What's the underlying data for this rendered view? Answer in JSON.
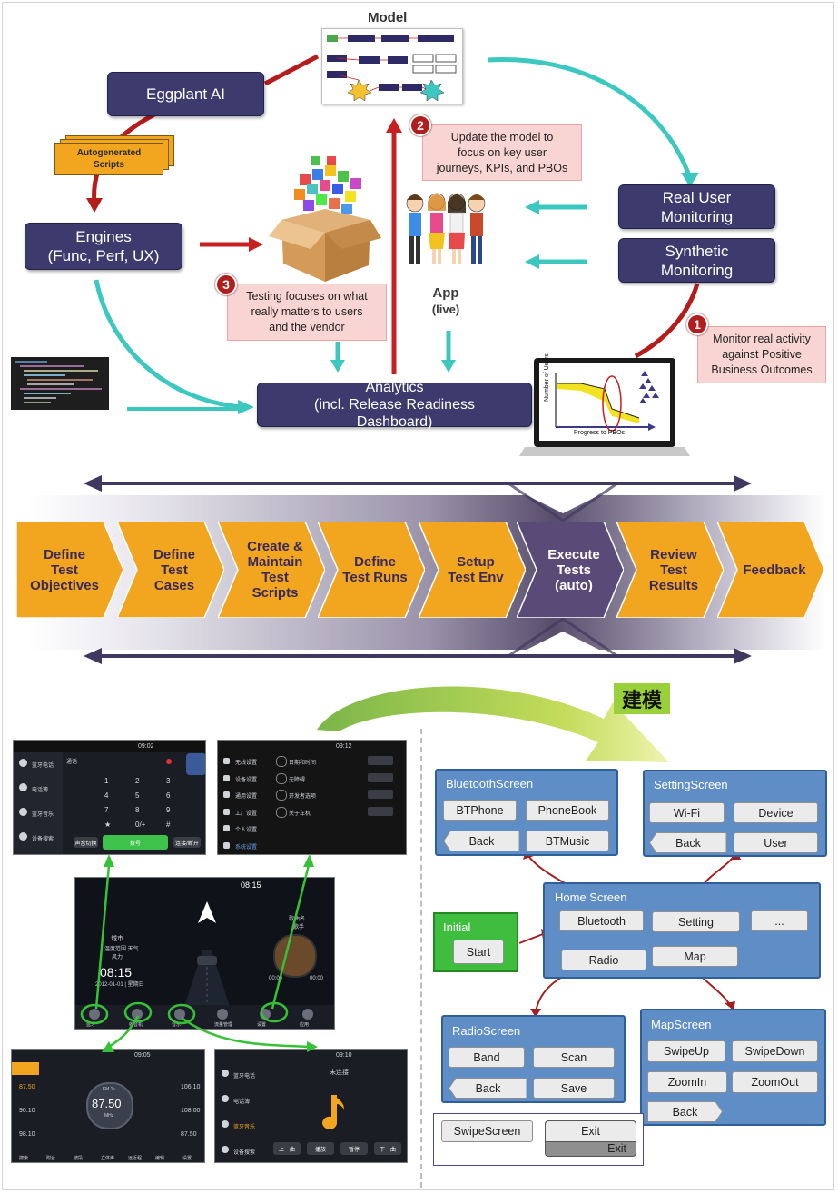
{
  "top": {
    "model_label": "Model",
    "eggplant_ai": "Eggplant AI",
    "autogen_line1": "Autogenerated",
    "autogen_line2": "Scripts",
    "engines_line1": "Engines",
    "engines_line2": "(Func, Perf, UX)",
    "update_badge": "2",
    "update_line1": "Update the model to",
    "update_line2": "focus on key user",
    "update_line3": "journeys, KPIs,  and PBOs",
    "rum_line1": "Real User",
    "rum_line2": "Monitoring",
    "synthetic_line1": "Synthetic",
    "synthetic_line2": "Monitoring",
    "testing_badge": "3",
    "testing_line1": "Testing focuses on what",
    "testing_line2": "really matters to users",
    "testing_line3": "and the vendor",
    "app_label": "App",
    "app_sub": "(live)",
    "monitor_badge": "1",
    "monitor_line1": "Monitor real activity",
    "monitor_line2": "against Positive",
    "monitor_line3": "Business Outcomes",
    "analytics_line1": "Analytics",
    "analytics_line2": "(incl. Release Readiness",
    "analytics_line3": "Dashboard)",
    "laptop_ylabel": "Number of Users",
    "laptop_xlabel": "Progress to PBOs"
  },
  "process": {
    "steps": [
      {
        "lines": [
          "Define",
          "Test",
          "Objectives"
        ],
        "active": false
      },
      {
        "lines": [
          "Define",
          "Test",
          "Cases"
        ],
        "active": false
      },
      {
        "lines": [
          "Create &",
          "Maintain",
          "Test",
          "Scripts"
        ],
        "active": false
      },
      {
        "lines": [
          "Define",
          "Test Runs"
        ],
        "active": false
      },
      {
        "lines": [
          "Setup",
          "Test Env"
        ],
        "active": false
      },
      {
        "lines": [
          "Execute",
          "Tests",
          "(auto)"
        ],
        "active": true
      },
      {
        "lines": [
          "Review",
          "Test",
          "Results"
        ],
        "active": false
      },
      {
        "lines": [
          "Feedback"
        ],
        "active": false
      }
    ],
    "colors": {
      "step": "#f2a51f",
      "active": "#5a4a78",
      "arrow": "#403860"
    }
  },
  "modeling_label": "建模",
  "phones": {
    "call": {
      "time": "09:02",
      "menu": [
        "蓝牙电话",
        "电话簿",
        "蓝牙音乐",
        "设备搜索"
      ],
      "keys": [
        "1",
        "2",
        "3",
        "4",
        "5",
        "6",
        "7",
        "8",
        "9",
        "★",
        "0/+",
        "#"
      ],
      "left_btn": "声音切换",
      "dial_btn": "拨号",
      "right_btn": "连接/断开",
      "tab": "通话"
    },
    "settings": {
      "time": "09:12",
      "menu": [
        "无线设置",
        "设备设置",
        "通用设置",
        "工厂设置",
        "个人设置",
        "系统设置"
      ],
      "rows": [
        "日期和时间",
        "无障碍",
        "开发者选项",
        "关于车机"
      ]
    },
    "home": {
      "time": "08:15",
      "city": "城市",
      "weather": "温度范围 天气",
      "wind": "风力",
      "clock": "08:15",
      "date": "2012-01-01 | 星期日",
      "song": "歌曲名",
      "artist": "歌手",
      "t0": "00:00",
      "t1": "00:00",
      "bottom": [
        "蓝牙",
        "收音机",
        "音乐",
        "流量管理",
        "设置",
        "应用"
      ]
    },
    "radio": {
      "time": "09:05",
      "left_freqs": [
        "87.50",
        "90.10",
        "98.10"
      ],
      "right_freqs": [
        "106.10",
        "108.00",
        "87.50"
      ],
      "freq": "87.50",
      "unit": "MHz",
      "band": "FM 1~",
      "bottom": [
        "搜索",
        "附台",
        "波段",
        "立体声",
        "远近程",
        "编辑",
        "设置"
      ]
    },
    "music": {
      "time": "09:10",
      "menu": [
        "蓝牙电话",
        "电话簿",
        "蓝牙音乐",
        "设备搜索"
      ],
      "status": "未连接",
      "controls": [
        "上一曲",
        "播放",
        "暂停",
        "下一曲"
      ]
    }
  },
  "state_model": {
    "bluetooth": {
      "title": "BluetoothScreen",
      "b1": "BTPhone",
      "b2": "PhoneBook",
      "back": "Back",
      "b4": "BTMusic"
    },
    "setting": {
      "title": "SettingScreen",
      "b1": "Wi-Fi",
      "b2": "Device",
      "back": "Back",
      "b4": "User"
    },
    "initial": {
      "title": "Initial",
      "start": "Start"
    },
    "home": {
      "title": "Home Screen",
      "b1": "Bluetooth",
      "b2": "Setting",
      "b3": "...",
      "b4": "Radio",
      "b5": "Map"
    },
    "radio": {
      "title": "RadioScreen",
      "b1": "Band",
      "b2": "Scan",
      "back": "Back",
      "b4": "Save"
    },
    "map": {
      "title": "MapScreen",
      "b1": "SwipeUp",
      "b2": "SwipeDown",
      "b3": "ZoomIn",
      "b4": "ZoomOut",
      "back": "Back"
    },
    "legend": {
      "swipe": "SwipeScreen",
      "exit1": "Exit",
      "exit2": "Exit"
    }
  }
}
